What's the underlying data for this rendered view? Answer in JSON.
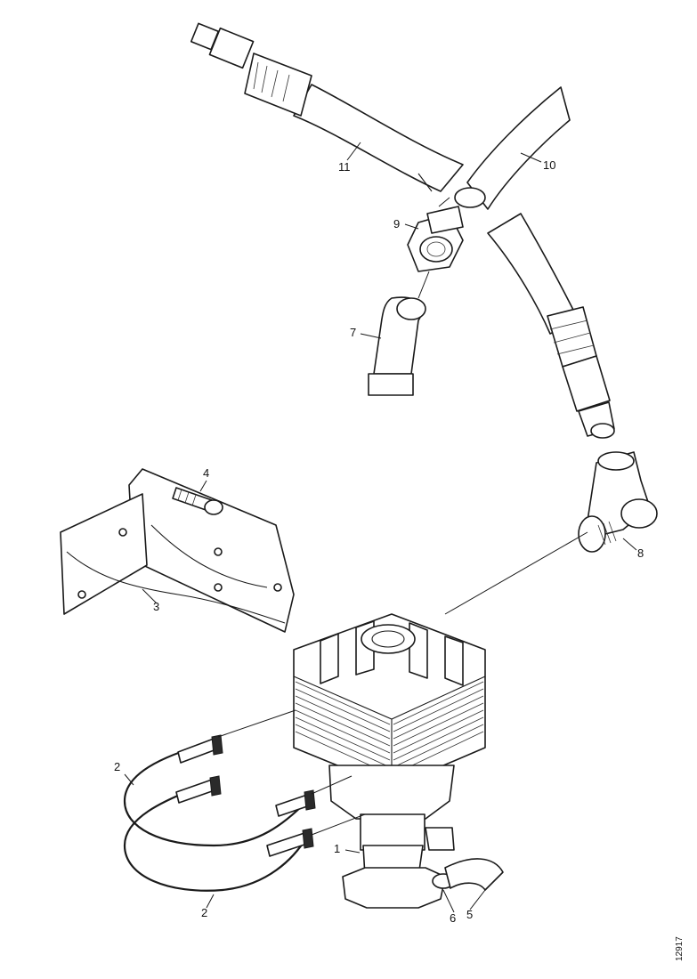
{
  "callouts": [
    {
      "id": "c1",
      "label": "1"
    },
    {
      "id": "c2a",
      "label": "2"
    },
    {
      "id": "c2b",
      "label": "2"
    },
    {
      "id": "c3",
      "label": "3"
    },
    {
      "id": "c4",
      "label": "4"
    },
    {
      "id": "c5",
      "label": "5"
    },
    {
      "id": "c6",
      "label": "6"
    },
    {
      "id": "c7",
      "label": "7"
    },
    {
      "id": "c8",
      "label": "8"
    },
    {
      "id": "c9",
      "label": "9"
    },
    {
      "id": "c10",
      "label": "10"
    },
    {
      "id": "c11",
      "label": "11"
    }
  ],
  "figure_id": "12917"
}
